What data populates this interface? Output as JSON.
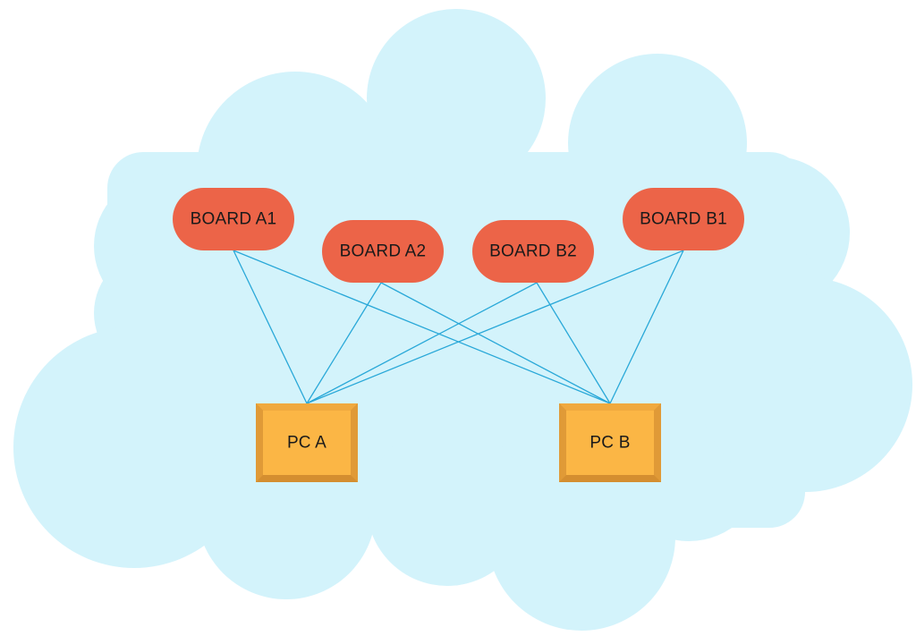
{
  "colors": {
    "cloud": "#d3f3fb",
    "board": "#ec6448",
    "pc_face": "#fbb645",
    "pc_top": "#f0a93e",
    "pc_side": "#e09a37",
    "pc_bottom": "#d48e30",
    "link": "#29a8d8",
    "text": "#1a1a1a"
  },
  "boards": [
    {
      "id": "a1",
      "label": "BOARD A1"
    },
    {
      "id": "a2",
      "label": "BOARD A2"
    },
    {
      "id": "b2",
      "label": "BOARD B2"
    },
    {
      "id": "b1",
      "label": "BOARD B1"
    }
  ],
  "pcs": [
    {
      "id": "pca",
      "label": "PC A"
    },
    {
      "id": "pcb",
      "label": "PC B"
    }
  ],
  "links": [
    [
      "a1",
      "pca"
    ],
    [
      "a1",
      "pcb"
    ],
    [
      "a2",
      "pca"
    ],
    [
      "a2",
      "pcb"
    ],
    [
      "b2",
      "pca"
    ],
    [
      "b2",
      "pcb"
    ],
    [
      "b1",
      "pca"
    ],
    [
      "b1",
      "pcb"
    ]
  ]
}
